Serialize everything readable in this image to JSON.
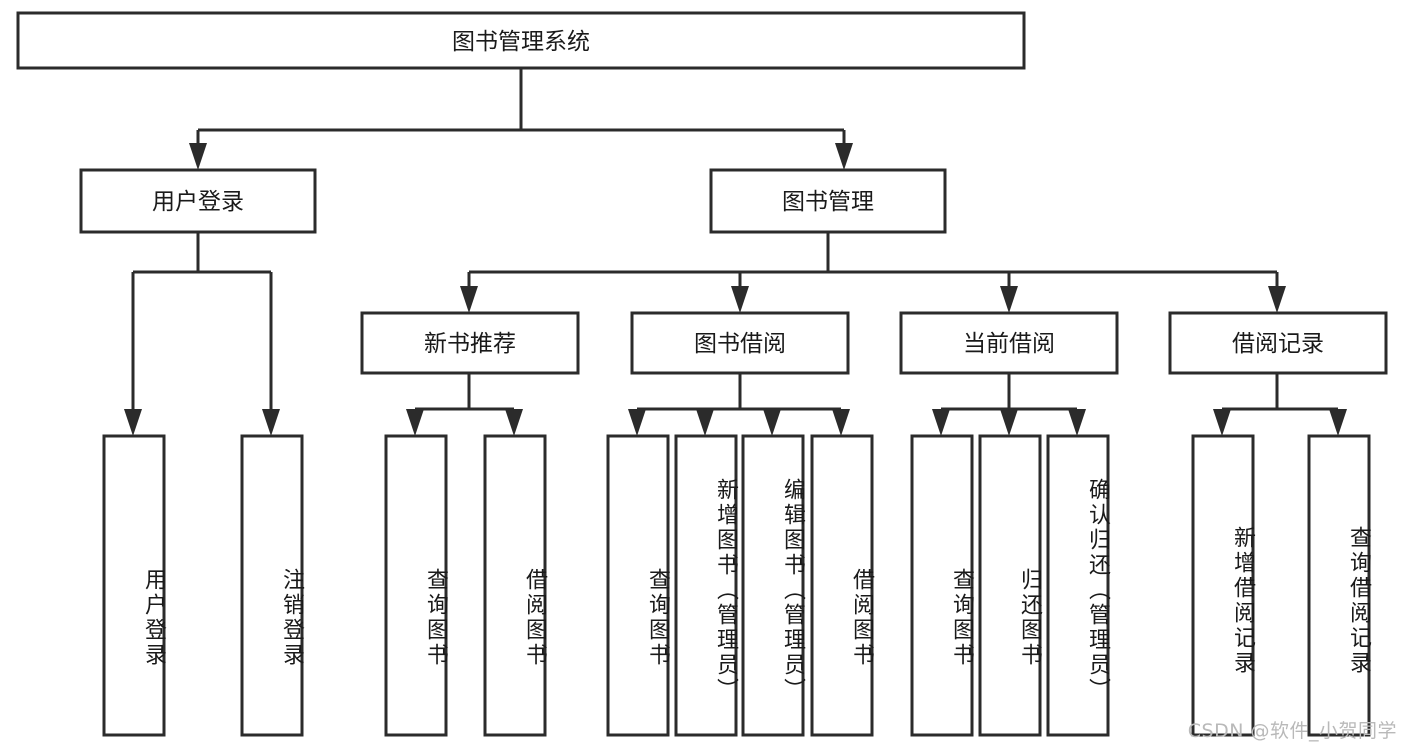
{
  "diagram": {
    "title": "图书管理系统",
    "type": "hierarchy-tree",
    "watermark": "CSDN @软件_小贺同学",
    "colors": {
      "stroke": "#2b2b2b",
      "fill": "#ffffff",
      "text": "#1a1a1a",
      "watermark": "#b9b9b9"
    },
    "levels": {
      "root": {
        "label": "图书管理系统"
      },
      "level2": [
        {
          "label": "用户登录"
        },
        {
          "label": "图书管理"
        }
      ],
      "level3": [
        {
          "label": "新书推荐"
        },
        {
          "label": "图书借阅"
        },
        {
          "label": "当前借阅"
        },
        {
          "label": "借阅记录"
        }
      ],
      "leaves_user_login": [
        {
          "label": "用户登录"
        },
        {
          "label": "注销登录"
        }
      ],
      "leaves_new_book": [
        {
          "label": "查询图书"
        },
        {
          "label": "借阅图书"
        }
      ],
      "leaves_borrow": [
        {
          "label": "查询图书"
        },
        {
          "label": "新增图书（管理员）"
        },
        {
          "label": "编辑图书（管理员）"
        },
        {
          "label": "借阅图书"
        }
      ],
      "leaves_current": [
        {
          "label": "查询图书"
        },
        {
          "label": "归还图书"
        },
        {
          "label": "确认归还（管理员）"
        }
      ],
      "leaves_record": [
        {
          "label": "新增借阅记录"
        },
        {
          "label": "查询借阅记录"
        }
      ]
    }
  }
}
